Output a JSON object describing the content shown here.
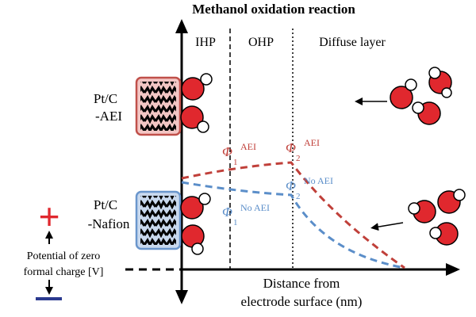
{
  "title": "Methanol oxidation reaction",
  "regions": {
    "ihp": "IHP",
    "ohp": "OHP",
    "diffuse": "Diffuse layer"
  },
  "electrodes": {
    "top": {
      "line1": "Pt/C",
      "line2": "-AEI"
    },
    "bottom": {
      "line1": "Pt/C",
      "line2": "-Nafion"
    }
  },
  "potentials": {
    "phi1_aei": {
      "symbol": "Φ",
      "sub": "1",
      "sup": "AEI"
    },
    "phi2_aei": {
      "symbol": "Φ",
      "sub": "2",
      "sup": "AEI"
    },
    "phi1_noaei": {
      "symbol": "Φ",
      "sub": "1",
      "sup": "No AEI"
    },
    "phi2_noaei": {
      "symbol": "Φ",
      "sub": "2",
      "sup": "No AEI"
    }
  },
  "charge_labels": {
    "plus": "+",
    "pzc_line1": "Potential of zero",
    "pzc_line2": "formal charge [V]"
  },
  "xaxis": {
    "line1": "Distance from",
    "line2": "electrode surface (nm)"
  },
  "colors": {
    "aei": "#c0403a",
    "noaei": "#5b8ec9",
    "oxygen": "#e0282e",
    "plus": "#e0282e",
    "minus": "#2b3a8f",
    "box_aei_fill": "#f3c6c4",
    "box_aei_border": "#c0504a",
    "box_nafion_fill": "#c9d9ee",
    "box_nafion_border": "#6a96cc"
  }
}
